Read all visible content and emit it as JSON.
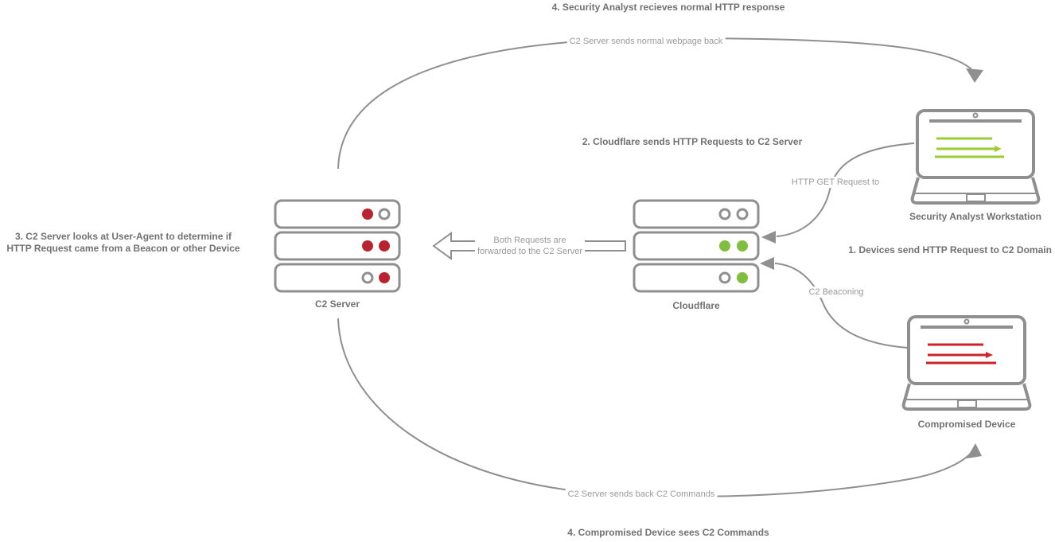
{
  "colors": {
    "background": "#ffffff",
    "stroke": "#8f8f8f",
    "red": "#b92330",
    "green": "#7fbe3f",
    "screen_green": "#9acd32",
    "screen_red": "#cc2329",
    "heading_text": "#717171",
    "label_text": "#9a9a9a"
  },
  "annotations": {
    "step4_top": "4. Security Analyst recieves normal HTTP response",
    "step2": "2. Cloudflare sends HTTP Requests to C2 Server",
    "step1": "1. Devices send HTTP Request to C2 Domain",
    "step3_line1": "3. C2 Server looks at User-Agent to determine if",
    "step3_line2": "HTTP Request came from a Beacon or other Device",
    "step4_bottom": "4. Compromised Device sees C2 Commands"
  },
  "edge_labels": {
    "webpage_back": "C2 Server sends normal webpage back",
    "http_get": "HTTP GET Request to",
    "both_requests_line1": "Both Requests are",
    "both_requests_line2": "forwarded to the C2 Server",
    "c2_beaconing": "C2 Beaconing",
    "c2_commands": "C2 Server sends back C2 Commands"
  },
  "nodes": {
    "c2_server": {
      "label": "C2 Server"
    },
    "cloudflare": {
      "label": "Cloudflare"
    },
    "security_analyst_workstation": {
      "label": "Security Analyst Workstation"
    },
    "compromised_device": {
      "label": "Compromised Device"
    }
  }
}
